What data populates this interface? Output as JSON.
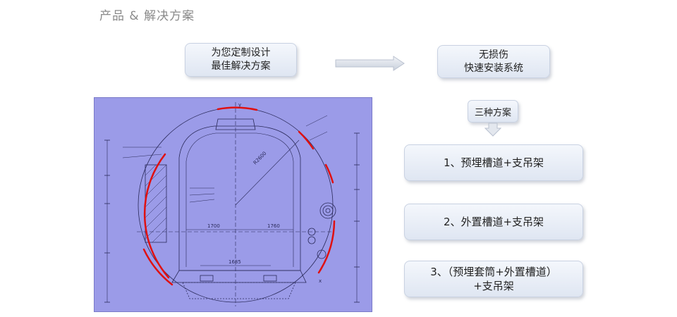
{
  "header": {
    "title": "产品 & 解决方案"
  },
  "flow": {
    "custom_box": {
      "line1": "为您定制设计",
      "line2": "最佳解决方案"
    },
    "result_box": {
      "line1": "无损伤",
      "line2": "快速安装系统"
    },
    "schemes_label": "三种方案",
    "options": [
      {
        "line1": "1、预埋槽道+支吊架"
      },
      {
        "line1": "2、外置槽道+支吊架"
      },
      {
        "line1": "3、（预埋套筒+外置槽道）",
        "line2": "+支吊架"
      }
    ]
  },
  "drawing": {
    "dim_top_width": "1700",
    "dim_top_width_right": "1760",
    "dim_bottom_width": "1685",
    "radius_label": "R2600",
    "axis_y": "y",
    "axis_x": "x",
    "colors": {
      "background": "#9b9be8",
      "highlight_arc": "#e01010",
      "line": "#2a2a5a"
    }
  }
}
